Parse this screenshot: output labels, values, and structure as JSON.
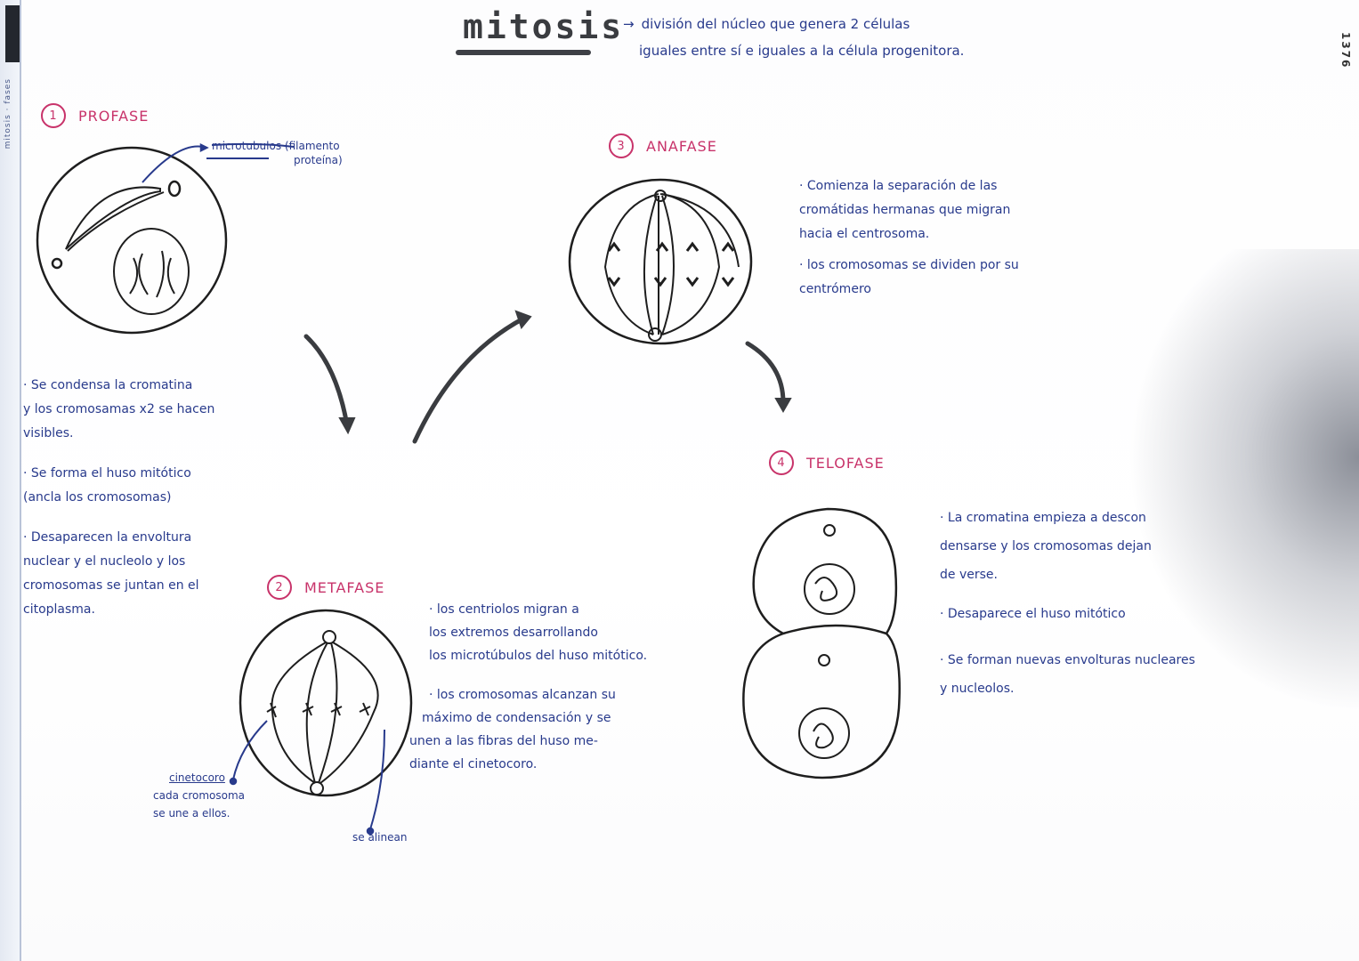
{
  "page": {
    "title": "mitosis",
    "definition": {
      "arrow": "→",
      "lines": [
        "división del núcleo que genera 2 células",
        "iguales entre sí e iguales a la célula progenitora."
      ]
    }
  },
  "margin": {
    "left_strip_text": "mitosis · fases",
    "right_edge_mark": "1376"
  },
  "colors": {
    "heading_pink": "#c8336a",
    "ink_blue": "#283a8c",
    "pencil_black": "#1e1e1e",
    "title_gray": "#3a3c40"
  },
  "phases": [
    {
      "number": "1",
      "name": "PROFASE",
      "label_arrow": "microtúbulos (filamento proteína)",
      "label_arrow_lines": [
        "microtubulos (filamento",
        "proteína)"
      ],
      "notes": [
        [
          "· Se condensa la cromatina",
          "y los cromosamas x2 se hacen",
          "visibles."
        ],
        [
          "· Se forma el huso mitótico",
          "(ancla los cromosomas)"
        ],
        [
          "· Desaparecen la envoltura",
          "nuclear y el nucleolo y los",
          "cromosomas se juntan en el",
          "citoplasma."
        ]
      ]
    },
    {
      "number": "2",
      "name": "METAFASE",
      "labels": {
        "cinetocoro_title": "cinetocoro",
        "cinetocoro_desc": [
          "cada cromosoma",
          "se une a ellos."
        ],
        "alignment": "se alinean"
      },
      "notes": [
        [
          "· los centriolos migran a",
          "los extremos desarrollando",
          "los microtúbulos del huso mitótico."
        ],
        [
          "· los cromosomas alcanzan su",
          "máximo de condensación y se",
          "unen a las fibras del huso me-",
          "diante el cinetocoro."
        ]
      ]
    },
    {
      "number": "3",
      "name": "ANAFASE",
      "notes": [
        [
          "· Comienza la separación de las",
          "cromátidas hermanas que migran",
          "hacia el centrosoma."
        ],
        [
          "· los cromosomas se dividen por su",
          "centrómero"
        ]
      ]
    },
    {
      "number": "4",
      "name": "TELOFASE",
      "notes": [
        [
          "· La cromatina empieza a descon",
          "densarse y los cromosomas dejan",
          "de verse."
        ],
        [
          "· Desaparece el huso mitótico"
        ],
        [
          "· Se forman nuevas envolturas nucleares",
          "y nucleolos."
        ]
      ]
    }
  ],
  "flow_arrows": [
    {
      "from": "profase",
      "to": "metafase"
    },
    {
      "from": "metafase",
      "to": "anafase"
    },
    {
      "from": "anafase",
      "to": "telofase"
    }
  ]
}
